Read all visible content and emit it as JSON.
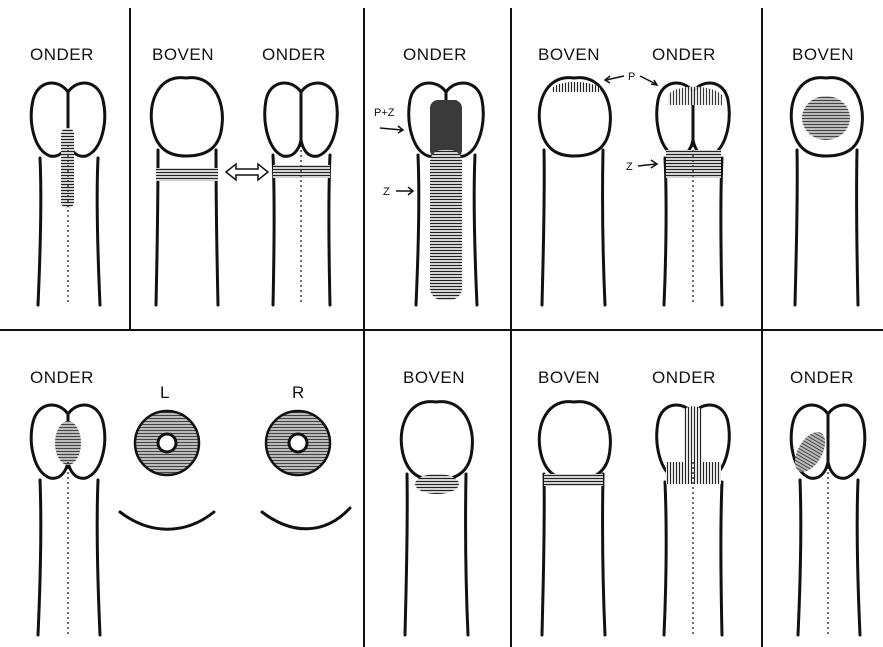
{
  "labels": {
    "onder": "ONDER",
    "boven": "BOVEN",
    "left": "L",
    "right": "R",
    "p_plus_z": "P+Z",
    "z": "Z",
    "p": "P"
  },
  "colors": {
    "ink": "#111111",
    "paper": "#ffffff",
    "shade": "#555555"
  }
}
